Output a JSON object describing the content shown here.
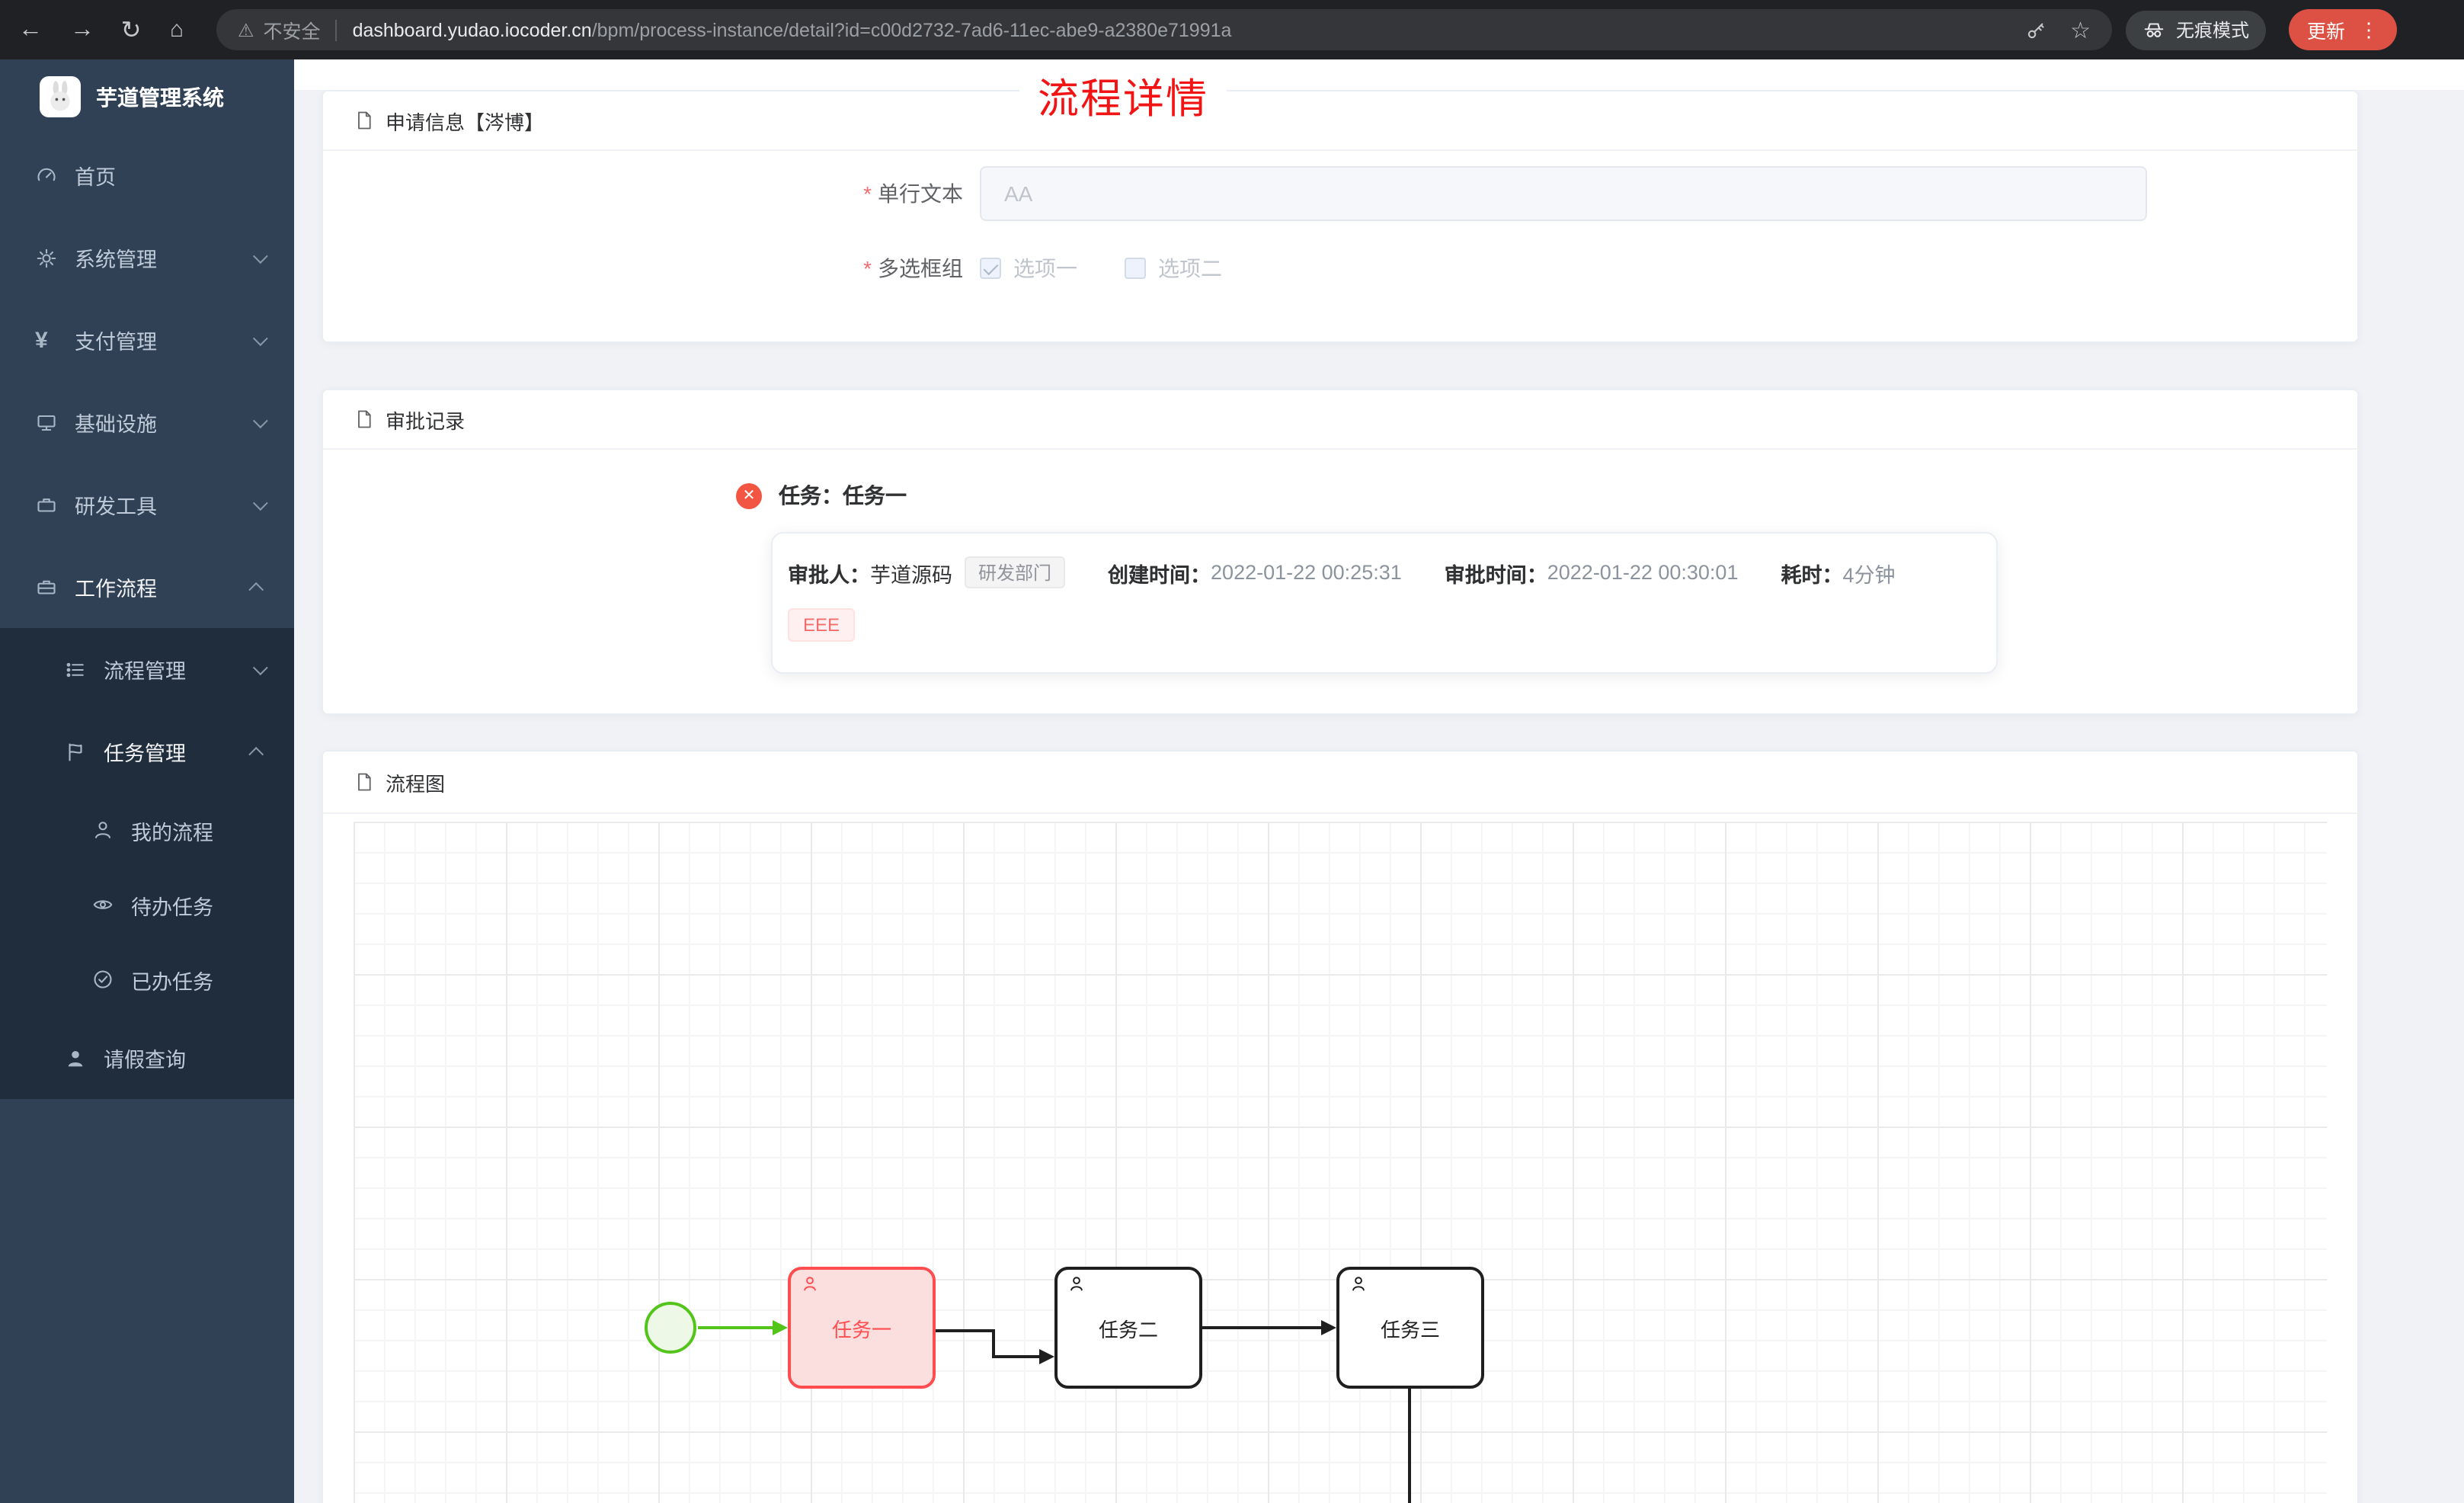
{
  "browser": {
    "security_label": "不安全",
    "url_domain": "dashboard.yudao.iocoder.cn",
    "url_path": "/bpm/process-instance/detail?id=c00d2732-7ad6-11ec-abe9-a2380e71991a",
    "incognito_label": "无痕模式",
    "update_label": "更新"
  },
  "icons": {
    "back": "←",
    "forward": "→",
    "reload": "↻",
    "home": "⌂",
    "warning": "⚠",
    "star": "☆",
    "kebab": "⋮",
    "close_x": "✕",
    "yen": "¥",
    "required_mark": "*"
  },
  "sidebar": {
    "app_title": "芋道管理系统",
    "items": [
      {
        "label": "首页",
        "level": 1
      },
      {
        "label": "系统管理",
        "level": 1,
        "arrow": "down"
      },
      {
        "label": "支付管理",
        "level": 1,
        "arrow": "down"
      },
      {
        "label": "基础设施",
        "level": 1,
        "arrow": "down"
      },
      {
        "label": "研发工具",
        "level": 1,
        "arrow": "down"
      },
      {
        "label": "工作流程",
        "level": 1,
        "arrow": "up",
        "expanded": true
      },
      {
        "label": "流程管理",
        "level": 2,
        "arrow": "down"
      },
      {
        "label": "任务管理",
        "level": 2,
        "arrow": "up",
        "expanded": true
      },
      {
        "label": "我的流程",
        "level": 3
      },
      {
        "label": "待办任务",
        "level": 3
      },
      {
        "label": "已办任务",
        "level": 3
      },
      {
        "label": "请假查询",
        "level": 2
      }
    ]
  },
  "page": {
    "title": "流程详情"
  },
  "apply_card": {
    "title": "申请信息【涔博】",
    "field_text_label": "单行文本",
    "field_text_value": "AA",
    "field_checkbox_label": "多选框组",
    "option1": "选项一",
    "option1_checked": true,
    "option2": "选项二",
    "option2_checked": false
  },
  "approval_card": {
    "title": "审批记录",
    "task_title": "任务：任务一",
    "approver_label": "审批人：",
    "approver_name": "芋道源码",
    "dept_tag": "研发部门",
    "created_label": "创建时间：",
    "created_time": "2022-01-22 00:25:31",
    "approved_label": "审批时间：",
    "approved_time": "2022-01-22 00:30:01",
    "duration_label": "耗时：",
    "duration_value": "4分钟",
    "comment_tag": "EEE"
  },
  "diagram_card": {
    "title": "流程图",
    "nodes": [
      "任务一",
      "任务二",
      "任务三"
    ]
  },
  "colors": {
    "accent_red": "#f01414",
    "sidebar_bg": "#304156",
    "submenu_bg": "#1f2d3d",
    "task_highlight": "#ff4d4f",
    "start_green": "#52c41a",
    "update_button": "#dd5144"
  }
}
